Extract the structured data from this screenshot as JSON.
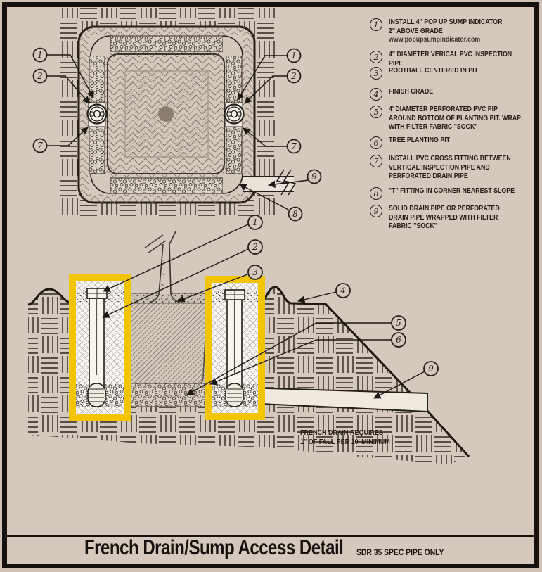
{
  "colors": {
    "paper": "#d5c8bc",
    "ink": "#1d1812",
    "highlight": "#f3c400",
    "trunk": "#8b7e71"
  },
  "legend": {
    "items": [
      {
        "number": "1",
        "lines": [
          "INSTALL 4\" POP UP SUMP INDICATOR",
          "2\" ABOVE GRADE",
          "www.popupsumpindicator.com"
        ]
      },
      {
        "number": "2",
        "lines": [
          "4\" DIAMETER VERICAL PVC INSPECTION",
          "PIPE"
        ]
      },
      {
        "number": "3",
        "lines": [
          "ROOTBALL CENTERED IN PIT"
        ]
      },
      {
        "number": "4",
        "lines": [
          "FINISH GRADE"
        ]
      },
      {
        "number": "5",
        "lines": [
          "4' DIAMETER PERFORATED PVC PIP",
          "AROUND BOTTOM OF PLANTING PIT. WRAP",
          "WITH FILTER FABRIC \"SOCK\""
        ]
      },
      {
        "number": "6",
        "lines": [
          "TREE PLANTING PIT"
        ]
      },
      {
        "number": "7",
        "lines": [
          "INSTALL PVC CROSS FITTING BETWEEN",
          "VERTICAL INSPECTION PIPE AND",
          "PERFORATED DRAIN PIPE"
        ]
      },
      {
        "number": "8",
        "lines": [
          "\"T\" FITTING IN CORNER NEAREST SLOPE"
        ]
      },
      {
        "number": "9",
        "lines": [
          "SOLID DRAIN PIPE OR PERFORATED",
          "DRAIN PIPE WRAPPED WITH FILTER",
          "FABRIC \"SOCK\""
        ]
      }
    ]
  },
  "callouts": {
    "plan": [
      "1",
      "2",
      "7",
      "1",
      "2",
      "7",
      "9",
      "8"
    ],
    "section": [
      "1",
      "2",
      "3",
      "4",
      "5",
      "6",
      "9"
    ]
  },
  "note": {
    "line1": "FRENCH DRAIN REQUIRES",
    "line2": "1\" OF FALL PER 10' MINIMUM"
  },
  "footer": {
    "title": "French Drain/Sump Access Detail",
    "subtitle": "SDR 35 SPEC PIPE ONLY"
  }
}
